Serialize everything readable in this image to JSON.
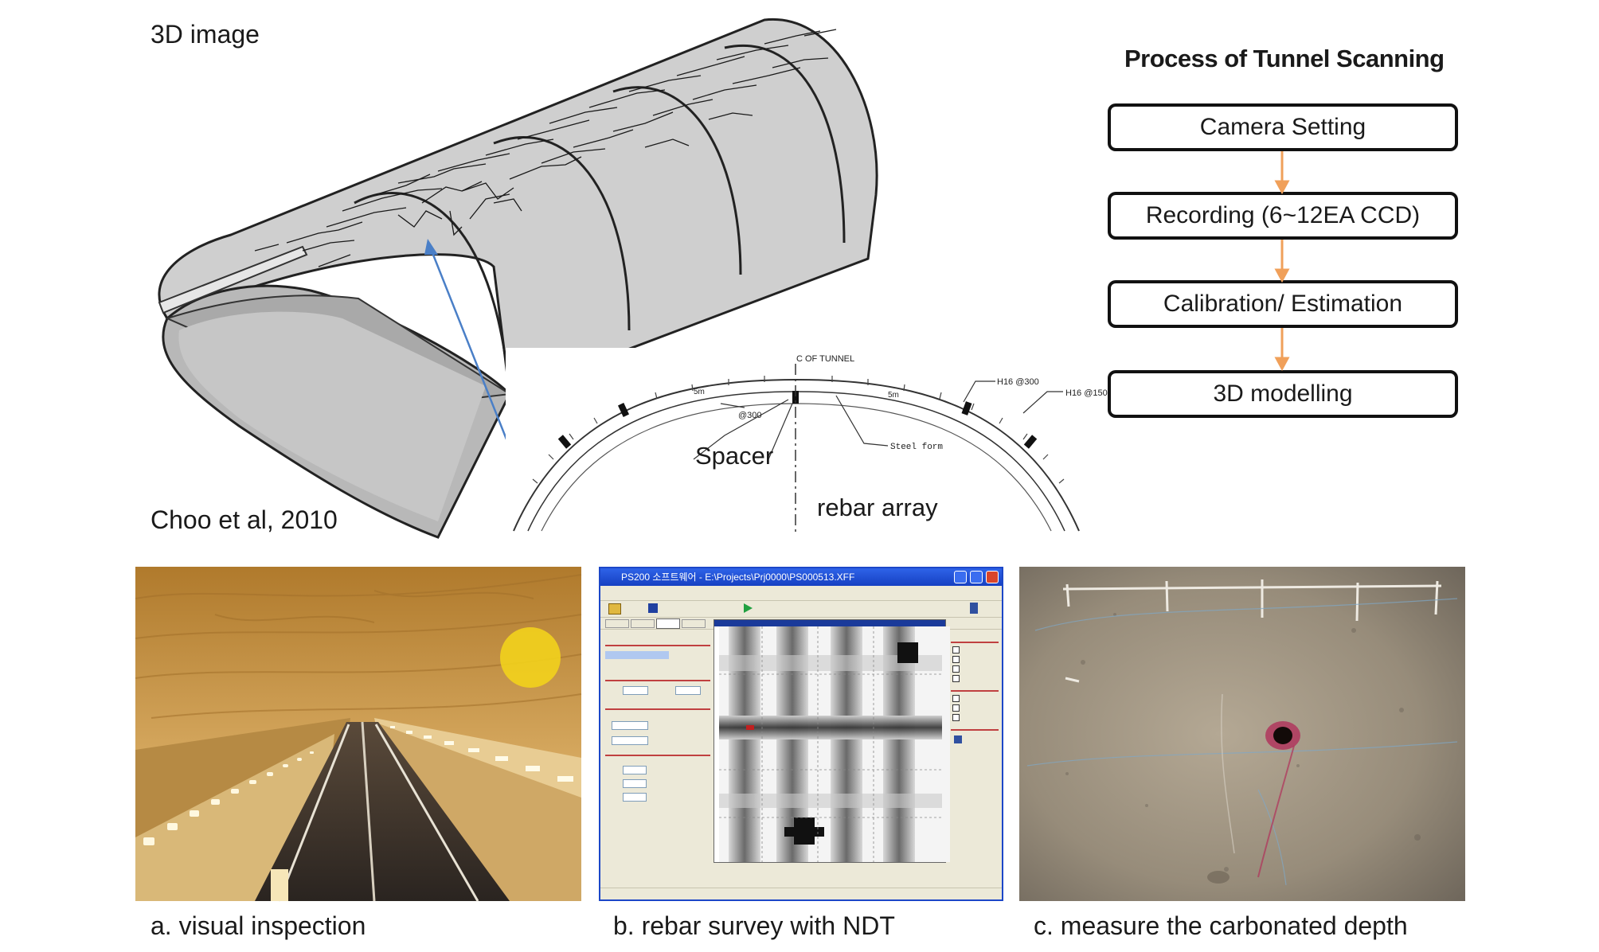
{
  "labels": {
    "image_3d": "3D image",
    "citation": "Choo et al, 2010",
    "spacer": "Spacer",
    "rebar_array": "rebar array",
    "caption_a": "a. visual inspection",
    "caption_b": "b. rebar survey with NDT",
    "caption_c": "c. measure the carbonated depth"
  },
  "drawing": {
    "tunnel_center": "C OF TUNNEL",
    "h16_300": "H16 @300",
    "h16_150": "H16 @150",
    "at300": "@300",
    "steel_form": "Steel form",
    "five_m": "5m"
  },
  "process": {
    "title": "Process of Tunnel Scanning",
    "steps": [
      "Camera Setting",
      "Recording (6~12EA CCD)",
      "Calibration/ Estimation",
      "3D modelling"
    ]
  },
  "ndt_window": {
    "title": "PS200 소프트웨어 - E:\\Projects\\Prj0000\\PS000513.XFF"
  },
  "colors": {
    "arrow_blue": "#4a7fc7",
    "process_arrow": "#f0a05a",
    "highlight_yellow": "#f2d21c"
  }
}
